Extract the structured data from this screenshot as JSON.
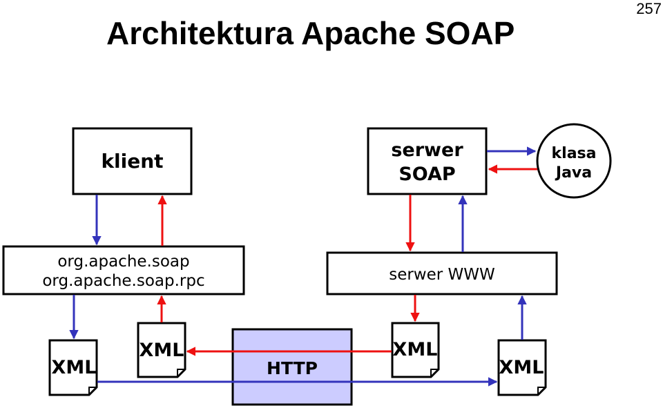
{
  "page": {
    "title": "Architektura Apache SOAP",
    "number": "257"
  },
  "nodes": {
    "klient": "klient",
    "serwer_soap": [
      "serwer",
      "SOAP"
    ],
    "klasa_java": [
      "klasa",
      "Java"
    ],
    "org_apache": [
      "org.apache.soap",
      "org.apache.soap.rpc"
    ],
    "serwer_www": "serwer WWW",
    "http": "HTTP",
    "xml": "XML"
  },
  "colors": {
    "blue_arrow": "#3333bb",
    "red_arrow": "#ee1111",
    "http_fill": "#ccccff",
    "box_stroke": "#000000"
  }
}
